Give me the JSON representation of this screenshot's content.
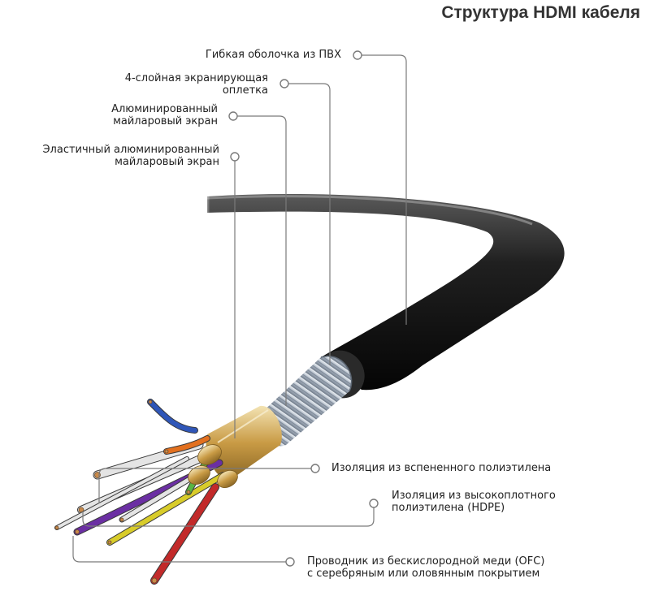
{
  "title": "Структура HDMI кабеля",
  "labels": {
    "pvc_sheath": "Гибкая оболочка из ПВХ",
    "braid": "4-слойная экранирующая\nоплетка",
    "mylar_screen": "Алюминированный\nмайларовый экран",
    "elastic_mylar": "Эластичный алюминированный\nмайларовый экран",
    "foam_pe": "Изоляция из вспененного полиэтилена",
    "hdpe": "Изоляция из высокоплотного\nполиэтилена (HDPE)",
    "ofc": "Проводник из бескислородной меди (OFC)\nс серебряным или оловянным покрытием"
  },
  "colors": {
    "jacket": "#151515",
    "braid": "#b9c3cf",
    "foil": "#c9a24d",
    "leader_line": "#7a7a7a",
    "wire_purple": "#6b2fa3",
    "wire_yellow": "#d8cc2a",
    "wire_green": "#58b544",
    "wire_blue": "#2f56b8",
    "wire_orange": "#e2701f",
    "wire_red": "#c22a2a",
    "wire_white": "#e4e4e4"
  }
}
